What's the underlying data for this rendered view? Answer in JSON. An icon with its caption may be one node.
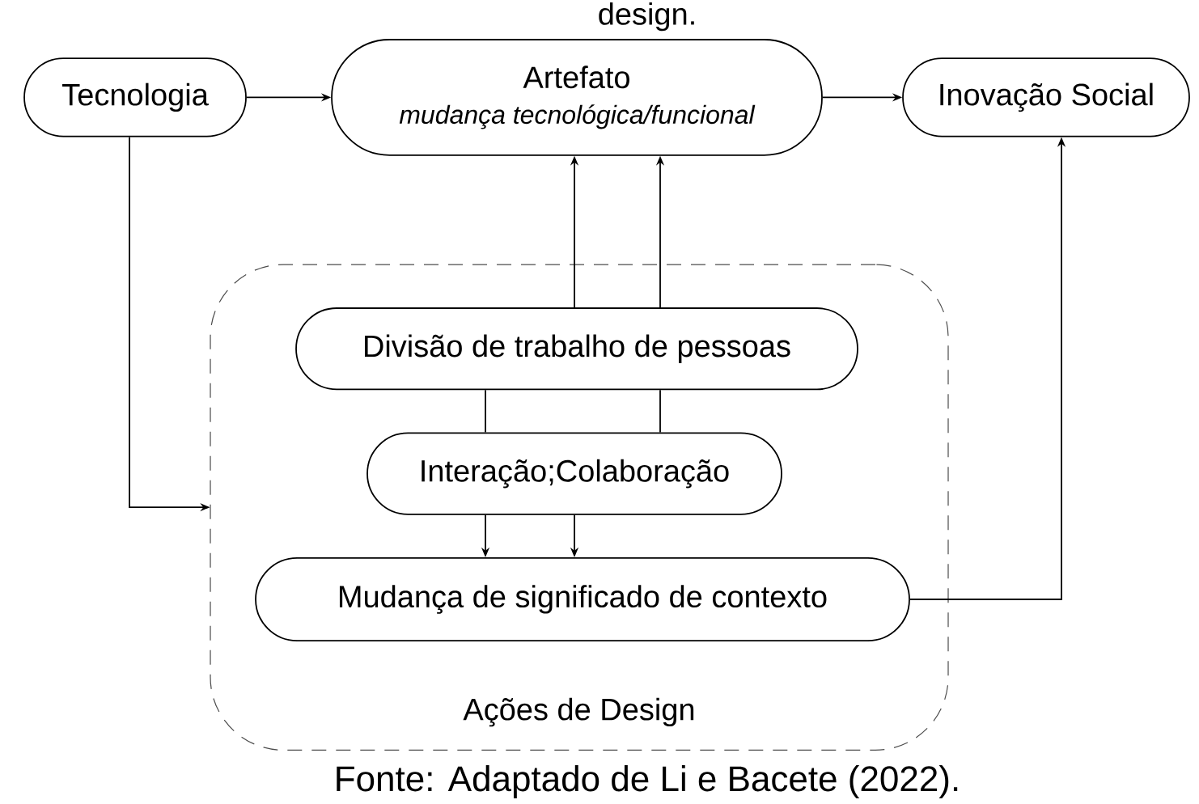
{
  "diagram": {
    "caption": "Fonte: Adaptado de Li e Bacete (2022).",
    "nodes": [
      {
        "text": [
          "Tecnologia"
        ]
      },
      {
        "text": [
          "Artefato",
          "mudança tecnológica/funcional"
        ]
      },
      {
        "text": [
          "Inovação Social"
        ]
      },
      {
        "text": [
          "Ações de Design"
        ]
      },
      {
        "text": [
          "Divisão de trabalho de pessoas"
        ],
        "in": 3
      },
      {
        "text": [
          "Interação;Colaboração"
        ],
        "in": 3
      },
      {
        "text": [
          "Mudança de significado de contexto"
        ],
        "in": 3
      }
    ],
    "edges": [
      {
        "from": 0,
        "to": 1,
        "arrow": "to"
      },
      {
        "from": 1,
        "to": 2,
        "arrow": "to"
      },
      {
        "from": 4,
        "to": 1,
        "arrow": "to"
      },
      {
        "from": 4,
        "to": 1,
        "arrow": "to"
      },
      {
        "from": 4,
        "to": 5,
        "arrow": "none"
      },
      {
        "from": 4,
        "to": 5,
        "arrow": "none"
      },
      {
        "from": 5,
        "to": 6,
        "arrow": "to"
      },
      {
        "from": 5,
        "to": 6,
        "arrow": "to"
      },
      {
        "from": 0,
        "to": 3,
        "arrow": "to"
      },
      {
        "from": 6,
        "to": 2,
        "arrow": "to"
      }
    ],
    "labels": [
      "design."
    ]
  }
}
